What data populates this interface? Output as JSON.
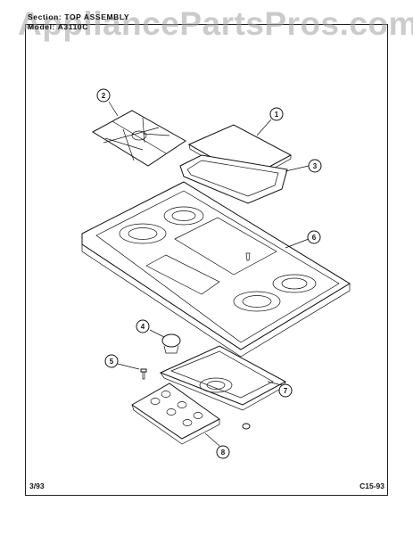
{
  "header": {
    "section_label": "Section:",
    "section_value": "TOP ASSEMBLY",
    "model_label": "Model:",
    "model_value": "A3110C"
  },
  "watermark": "AppliancePartsPros.com",
  "footer": {
    "date": "3/93",
    "page_code": "C15-93"
  },
  "callouts": [
    "1",
    "2",
    "3",
    "4",
    "5",
    "6",
    "7",
    "8"
  ]
}
